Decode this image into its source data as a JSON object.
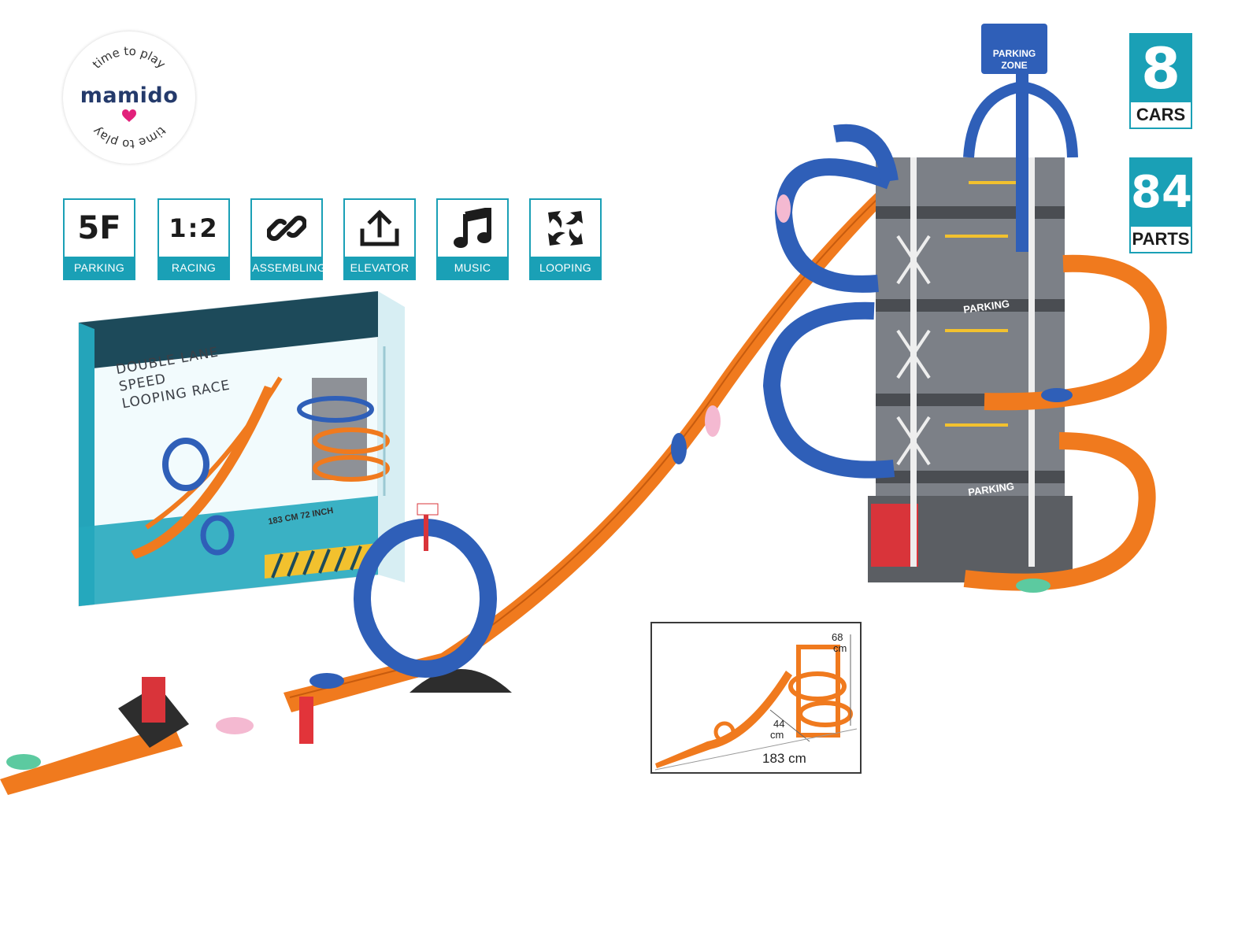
{
  "logo": {
    "tagline_top": "time to play",
    "brand": "mamido",
    "tagline_bottom": "time to play",
    "colors": {
      "brand": "#243a6b",
      "accent": "#e2217b"
    }
  },
  "features": [
    {
      "icon": "5F",
      "label": "PARKING",
      "icon_name": "parking-floors-icon"
    },
    {
      "icon": "1:2",
      "label": "RACING",
      "icon_name": "racing-score-icon"
    },
    {
      "icon": "",
      "label": "ASSEMBLING",
      "icon_name": "chain-link-icon"
    },
    {
      "icon": "",
      "label": "ELEVATOR",
      "icon_name": "upload-arrow-icon"
    },
    {
      "icon": "",
      "label": "MUSIC",
      "icon_name": "music-note-icon"
    },
    {
      "icon": "",
      "label": "LOOPING",
      "icon_name": "looping-arrows-icon"
    }
  ],
  "badges": [
    {
      "number": "8",
      "unit": "CARS"
    },
    {
      "number": "84",
      "unit": "PARTS"
    }
  ],
  "box": {
    "title_line1": "DOUBLE LANE SPEED",
    "title_line2": "LOOPING RACE",
    "dimension": "183 CM 72 INCH"
  },
  "tower": {
    "sign_line1": "PARKING",
    "sign_line2": "ZONE",
    "floor_label": "PARKING"
  },
  "diagram": {
    "height_value": "68",
    "height_unit": "cm",
    "ramp_value": "44",
    "ramp_unit": "cm",
    "length": "183 cm"
  },
  "colors": {
    "teal": "#1aa0b6",
    "orange": "#f07a1e",
    "blue": "#2f5fb8"
  }
}
